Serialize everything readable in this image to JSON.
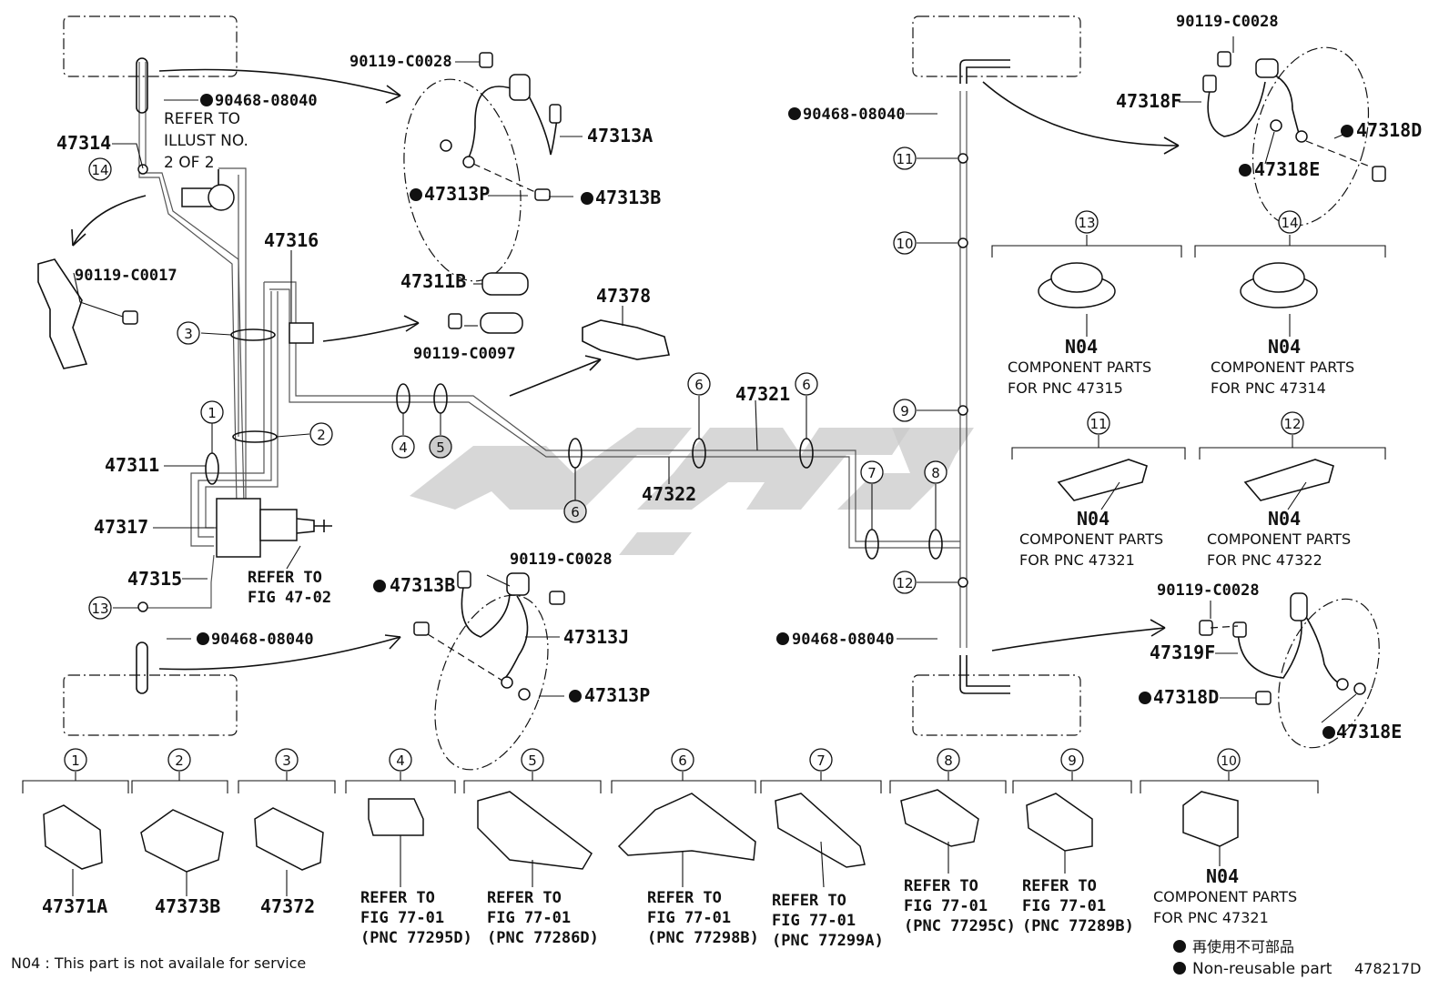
{
  "labels": {
    "p90119_c0028_top": "90119-C0028",
    "p90468_08040_tl": "90468-08040",
    "refer_illust_1": "REFER TO",
    "refer_illust_2": "ILLUST NO.",
    "refer_illust_3": "2 OF 2",
    "p47314": "47314",
    "p47313A": "47313A",
    "p47313P_top": "47313P",
    "p47313B_top": "47313B",
    "p90119_c0017": "90119-C0017",
    "p47316": "47316",
    "p47311B": "47311B",
    "p90119_c0097": "90119-C0097",
    "p47378": "47378",
    "p47311": "47311",
    "p47317": "47317",
    "p47315": "47315",
    "refer_fig_4702_1": "REFER TO",
    "refer_fig_4702_2": "FIG 47-02",
    "p47321": "47321",
    "p47322": "47322",
    "p47313B_bot": "47313B",
    "p90119_c0028_mid": "90119-C0028",
    "p47313J": "47313J",
    "p47313P_bot": "47313P",
    "p90468_08040_bl": "90468-08040",
    "p90468_08040_tr": "90468-08040",
    "p90119_c0028_tr": "90119-C0028",
    "p47318F": "47318F",
    "p47318D_top": "47318D",
    "p47318E_top": "47318E",
    "p90468_08040_br": "90468-08040",
    "p90119_c0028_br": "90119-C0028",
    "p47319F": "47319F",
    "p47318D_bot": "47318D",
    "p47318E_bot": "47318E"
  },
  "components": [
    {
      "n": "13",
      "code": "N04",
      "line1": "COMPONENT PARTS",
      "line2": "FOR PNC 47315"
    },
    {
      "n": "14",
      "code": "N04",
      "line1": "COMPONENT PARTS",
      "line2": "FOR PNC 47314"
    },
    {
      "n": "11",
      "code": "N04",
      "line1": "COMPONENT PARTS",
      "line2": "FOR PNC 47321"
    },
    {
      "n": "12",
      "code": "N04",
      "line1": "COMPONENT PARTS",
      "line2": "FOR PNC 47322"
    }
  ],
  "callouts_diagram": [
    "14",
    "3",
    "1",
    "2",
    "13",
    "4",
    "5",
    "6",
    "6",
    "6",
    "7",
    "8",
    "11",
    "10",
    "9",
    "12"
  ],
  "bottom_items": [
    {
      "n": "1",
      "label": "47371A"
    },
    {
      "n": "2",
      "label": "47373B"
    },
    {
      "n": "3",
      "label": "47372"
    },
    {
      "n": "4",
      "l1": "REFER TO",
      "l2": "FIG 77-01",
      "l3": "(PNC 77295D)"
    },
    {
      "n": "5",
      "l1": "REFER TO",
      "l2": "FIG 77-01",
      "l3": "(PNC 77286D)"
    },
    {
      "n": "6",
      "l1": "REFER TO",
      "l2": "FIG 77-01",
      "l3": "(PNC 77298B)"
    },
    {
      "n": "7",
      "l1": "REFER TO",
      "l2": "FIG 77-01",
      "l3": "(PNC 77299A)"
    },
    {
      "n": "8",
      "l1": "REFER TO",
      "l2": "FIG 77-01",
      "l3": "(PNC 77295C)"
    },
    {
      "n": "9",
      "l1": "REFER TO",
      "l2": "FIG 77-01",
      "l3": "(PNC 77289B)"
    },
    {
      "n": "10",
      "code": "N04",
      "l1": "COMPONENT PARTS",
      "l2": "FOR PNC 47321"
    }
  ],
  "footer": {
    "note": "N04 : This part is not availale for service",
    "legend_jp": "再使用不可部品",
    "legend_en": "Non-reusable part",
    "fig_id": "478217D"
  }
}
